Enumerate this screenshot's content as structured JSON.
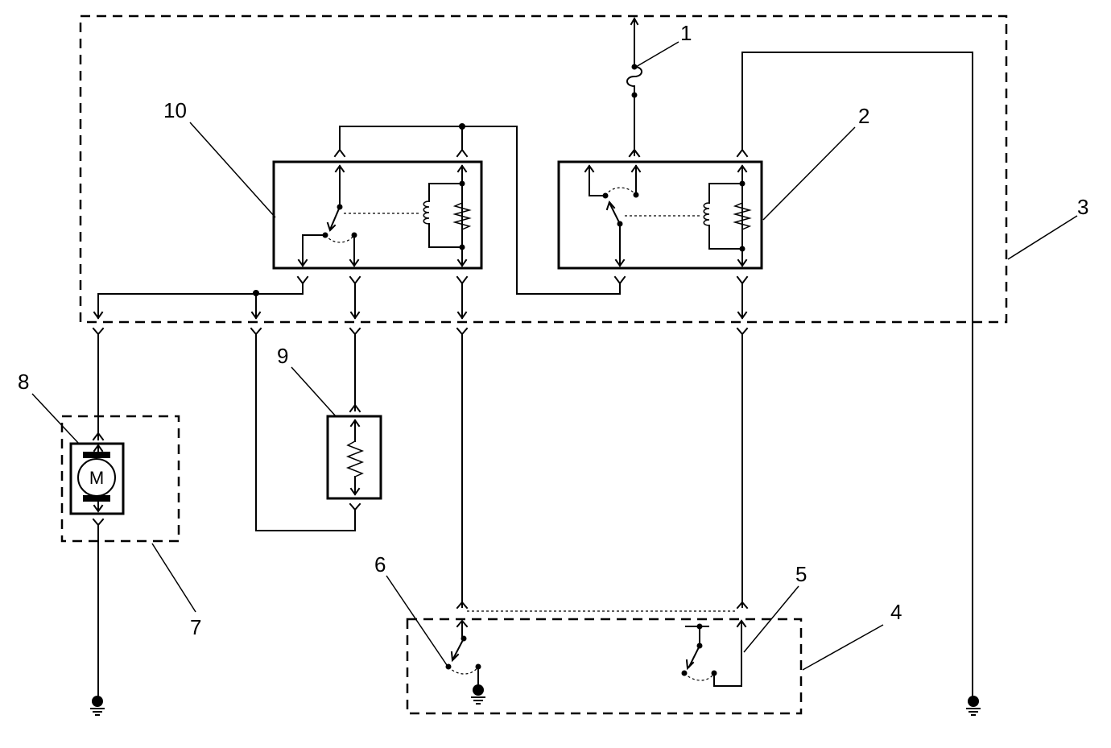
{
  "callouts": [
    {
      "id": "1",
      "text": "1"
    },
    {
      "id": "2",
      "text": "2"
    },
    {
      "id": "3",
      "text": "3"
    },
    {
      "id": "4",
      "text": "4"
    },
    {
      "id": "5",
      "text": "5"
    },
    {
      "id": "6",
      "text": "6"
    },
    {
      "id": "7",
      "text": "7"
    },
    {
      "id": "8",
      "text": "8"
    },
    {
      "id": "9",
      "text": "9"
    },
    {
      "id": "10",
      "text": "10"
    }
  ],
  "motor_symbol": "M",
  "icons": {
    "motor": "motor-icon",
    "ground": "ground-icon",
    "fuse": "fuse-icon",
    "coil": "relay-coil-icon",
    "resistor": "resistor-icon",
    "switch": "switch-icon"
  }
}
